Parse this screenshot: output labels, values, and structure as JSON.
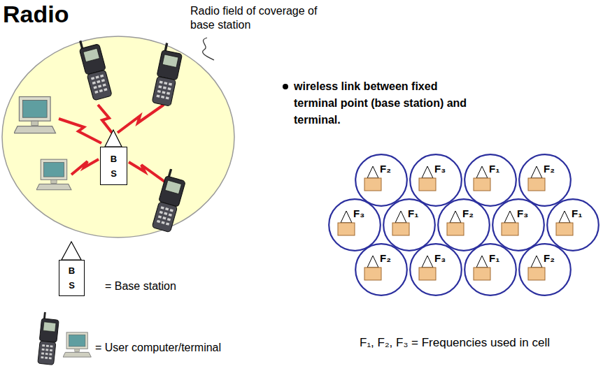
{
  "diagram": {
    "title": "Radio",
    "nodes": [
      {
        "text": [
          "B S"
        ]
      },
      {
        "text": [
          "B S"
        ]
      },
      {
        "text": [
          "F₂"
        ]
      },
      {
        "text": [
          "F₃"
        ]
      },
      {
        "text": [
          "F₁"
        ]
      },
      {
        "text": [
          "F₂"
        ]
      },
      {
        "text": [
          "F₃"
        ]
      },
      {
        "text": [
          "F₁"
        ]
      },
      {
        "text": [
          "F₂"
        ]
      },
      {
        "text": [
          "F₃"
        ]
      },
      {
        "text": [
          "F₁"
        ]
      },
      {
        "text": [
          "F₂"
        ]
      },
      {
        "text": [
          "F₃"
        ]
      },
      {
        "text": [
          "F₁"
        ]
      },
      {
        "text": [
          "F₂"
        ]
      }
    ],
    "labels": [
      "Radio field of coverage of base station",
      "wireless link between fixed terminal point (base station) and terminal.",
      "F₁, F₂, F₃ = Frequencies used in cell"
    ],
    "legend": [
      {
        "text": "= Base station"
      },
      {
        "text": "= User computer/terminal"
      }
    ]
  }
}
